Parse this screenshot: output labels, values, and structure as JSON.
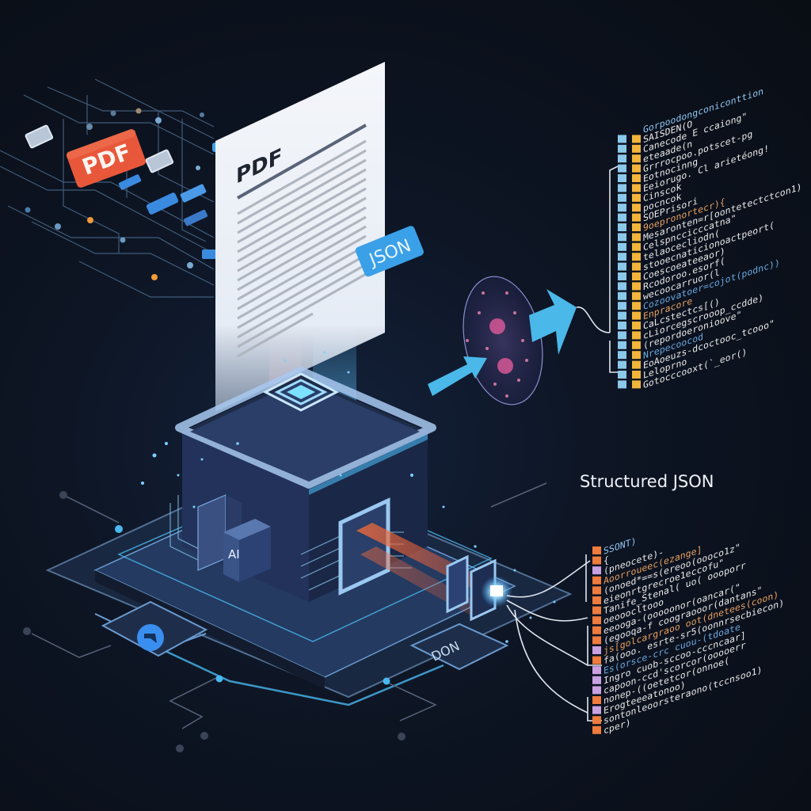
{
  "labels": {
    "pdf_tag": "PDF",
    "document_title": "PDF",
    "json_tag": "JSON",
    "chip_label": "AI",
    "output_section_title": "Structured JSON",
    "output_port_label": "DON"
  },
  "colors": {
    "background": "#0b0f17",
    "accent_blue": "#3ab4ef",
    "pdf_red": "#e8573a",
    "json_blue": "#3aa0e8",
    "chip_body": "#2c3f66",
    "stream_orange": "#e86a3a",
    "folder_yellow": "#f2b43a",
    "square_orange": "#ef7b3c",
    "square_violet": "#c9a0e0"
  },
  "top_code": {
    "lines": [
      "Gorpoodongconiconttion",
      "SAISDEN(O",
      "Canecode E ccaiong\"",
      "eteaade(n",
      "Grrrocpoo.potscet-pg",
      "Eotnocinng",
      "Eeiorugo. Cl arietéong!",
      "Cinscok",
      "pocncok",
      "SOEPrisori",
      "9oepronortecr){",
      "Mesaronten=r[oontetectctcon1)",
      "Celspnccicccatna\"",
      "telaocecliodn(",
      "stooecnaticionoactpeort(",
      "Coescoeateeaor)",
      "Rcodoroo.esorf(",
      "wecoocarruor(l",
      "Cozoovatoer=cojot(podnc))",
      "Enpracore",
      "CaLcstectcs[()",
      "cLiorcegscrooop_ccdde)",
      "(repordoeronioove\"",
      "Nrepecoocod",
      "EoAoeuzs-dcoctooc_tcooo\"",
      "Leloprno",
      "Gotocccooxt(`_eor()"
    ],
    "line_colors": [
      "#8fc6f0",
      "#e8e8e8",
      "#e8e8e8",
      "#e8e8e8",
      "#e8e8e8",
      "#e8e8e8",
      "#e8e8e8",
      "#e8e8e8",
      "#e8e8e8",
      "#e8e8e8",
      "#e8a060",
      "#e8e8e8",
      "#e8e8e8",
      "#e8e8e8",
      "#e8e8e8",
      "#e8e8e8",
      "#e8e8e8",
      "#e8e8e8",
      "#6aa8e0",
      "#e8a060",
      "#e8e8e8",
      "#e8e8e8",
      "#e8e8e8",
      "#6aa8e0",
      "#e8e8e8",
      "#e8e8e8",
      "#e8e8e8"
    ]
  },
  "bottom_code": {
    "lines": [
      "SSONT)",
      "{",
      "(pneocete)-",
      "Aoorroueec(ezange]",
      "(onoed*==s(ereoo(oooco1z\"",
      "eieonrtgrecroe1eccofu\"",
      "Tanife_Stenal( uo( oooporr",
      "oeooocltooo",
      "eeooga-(ooooonor(oancar(\"",
      "(egooqa-f coograooor(dantans\"",
      "js[golcargraoo  oot(dnetees(coon)",
      "fa(ooo.  esrte-sr5(oonnrsecbiecon)",
      "Es(orsce-crc cuou-(tdoate",
      "Ingro cuob-sccoo-cccncaar]",
      "capoon-ccd'scorcor(ooooerr",
      "nonep-((oetetcor(onnoe(",
      "Erogteeeatonoo)",
      "sontonleoorsteraono(tccnsoo1)",
      "cper)"
    ],
    "line_colors": [
      "#8fc6f0",
      "#e8e8e8",
      "#e8e8e8",
      "#e8a060",
      "#e8e8e8",
      "#e8e8e8",
      "#e8e8e8",
      "#e8e8e8",
      "#e8e8e8",
      "#e8e8e8",
      "#e8a060",
      "#e8e8e8",
      "#6aa8e0",
      "#e8e8e8",
      "#e8e8e8",
      "#e8e8e8",
      "#e8e8e8",
      "#e8e8e8",
      "#e8e8e8"
    ]
  },
  "icons": {
    "left_pad_icon": "bookmark-arrow-icon",
    "filter_disc": "gears-filter-icon",
    "arrows": "arrow-right-icon"
  }
}
